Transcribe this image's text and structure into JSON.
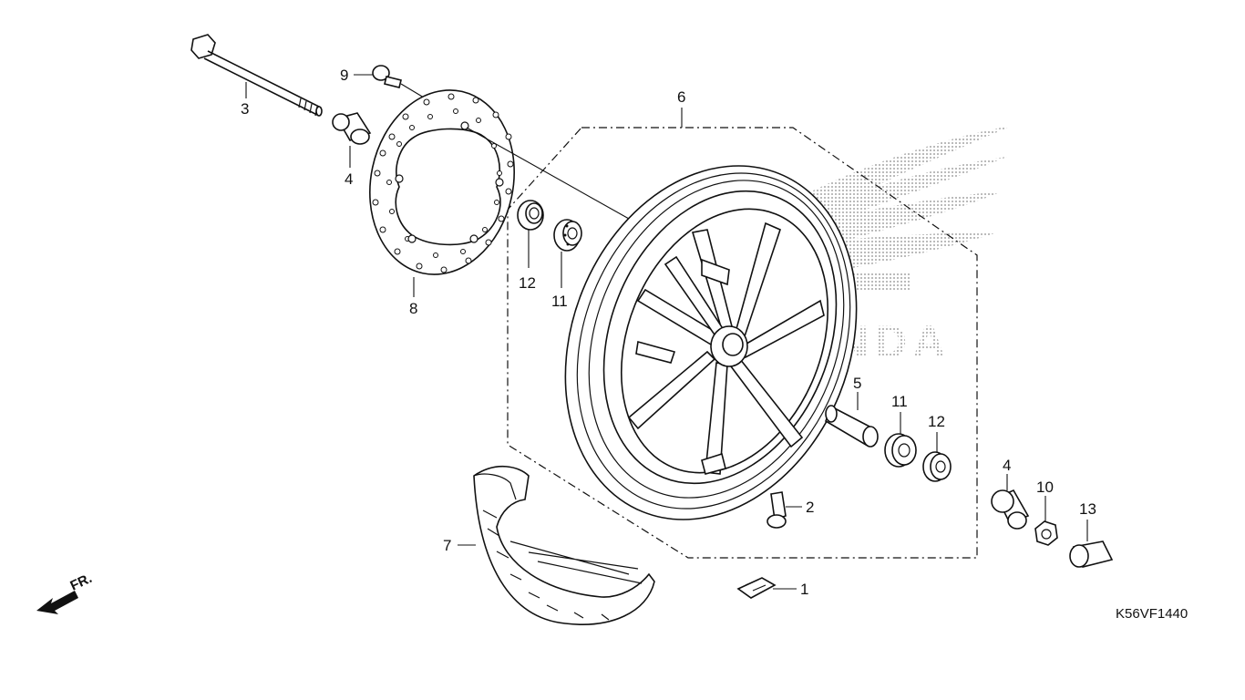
{
  "diagram": {
    "code": "K56VF1440",
    "direction_label": "FR.",
    "watermark_text": "HONDA",
    "callouts": [
      {
        "id": "1"
      },
      {
        "id": "2"
      },
      {
        "id": "3"
      },
      {
        "id": "4a",
        "label": "4"
      },
      {
        "id": "4b",
        "label": "4"
      },
      {
        "id": "5"
      },
      {
        "id": "6"
      },
      {
        "id": "7"
      },
      {
        "id": "8"
      },
      {
        "id": "9"
      },
      {
        "id": "10"
      },
      {
        "id": "11a",
        "label": "11"
      },
      {
        "id": "11b",
        "label": "11"
      },
      {
        "id": "12a",
        "label": "12"
      },
      {
        "id": "12b",
        "label": "12"
      },
      {
        "id": "13"
      }
    ],
    "labels": {
      "p1": "1",
      "p2": "2",
      "p3": "3",
      "p4a": "4",
      "p4b": "4",
      "p5": "5",
      "p6": "6",
      "p7": "7",
      "p8": "8",
      "p9": "9",
      "p10": "10",
      "p11a": "11",
      "p11b": "11",
      "p12a": "12",
      "p12b": "12",
      "p13": "13"
    },
    "colors": {
      "line": "#111111",
      "background": "#ffffff",
      "watermark": "#9a9a9a"
    }
  }
}
